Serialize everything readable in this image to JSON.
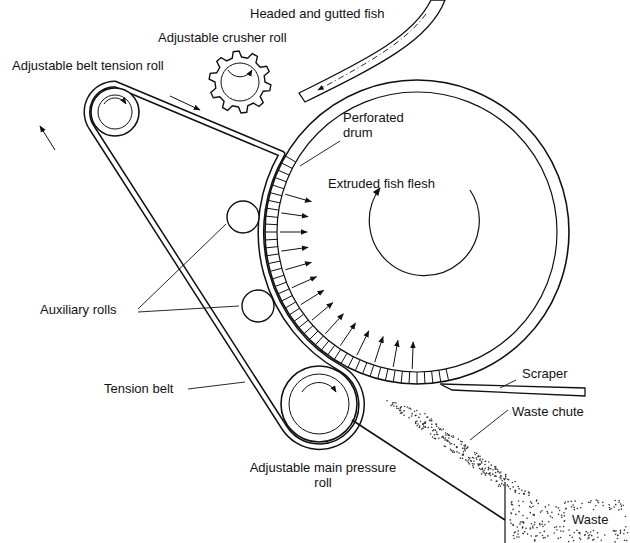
{
  "diagram": {
    "labels": [
      "Headed and gutted fish",
      "Adjustable crusher roll",
      "Adjustable belt tension roll",
      "Perforated drum",
      "Extruded fish flesh",
      "Auxiliary rolls",
      "Tension belt",
      "Scraper",
      "Waste chute",
      "Adjustable main pressure roll",
      "Waste"
    ]
  }
}
